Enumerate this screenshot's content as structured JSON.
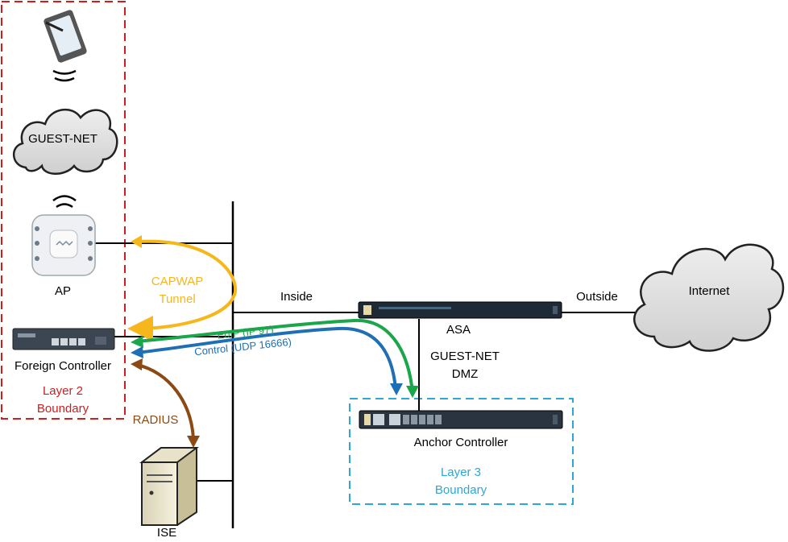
{
  "nodes": {
    "guest_net_cloud": "GUEST-NET",
    "ap": "AP",
    "foreign_controller": "Foreign Controller",
    "ise": "ISE",
    "asa": "ASA",
    "anchor_controller": "Anchor Controller",
    "internet": "Internet"
  },
  "links": {
    "inside": "Inside",
    "outside": "Outside",
    "dmz_line1": "GUEST-NET",
    "dmz_line2": "DMZ"
  },
  "flows": {
    "capwap_line1": "CAPWAP",
    "capwap_line2": "Tunnel",
    "eoip": "EoIP (IP 97)",
    "control": "Control (UDP 16666)",
    "radius": "RADIUS"
  },
  "boundaries": {
    "layer2_line1": "Layer 2",
    "layer2_line2": "Boundary",
    "layer3_line1": "Layer 3",
    "layer3_line2": "Boundary"
  },
  "colors": {
    "capwap": "#f5b71c",
    "eoip": "#1aa64a",
    "control": "#1f6fb5",
    "radius": "#8b4a13",
    "layer2": "#cc1f1f",
    "layer3": "#2aa8d8"
  }
}
